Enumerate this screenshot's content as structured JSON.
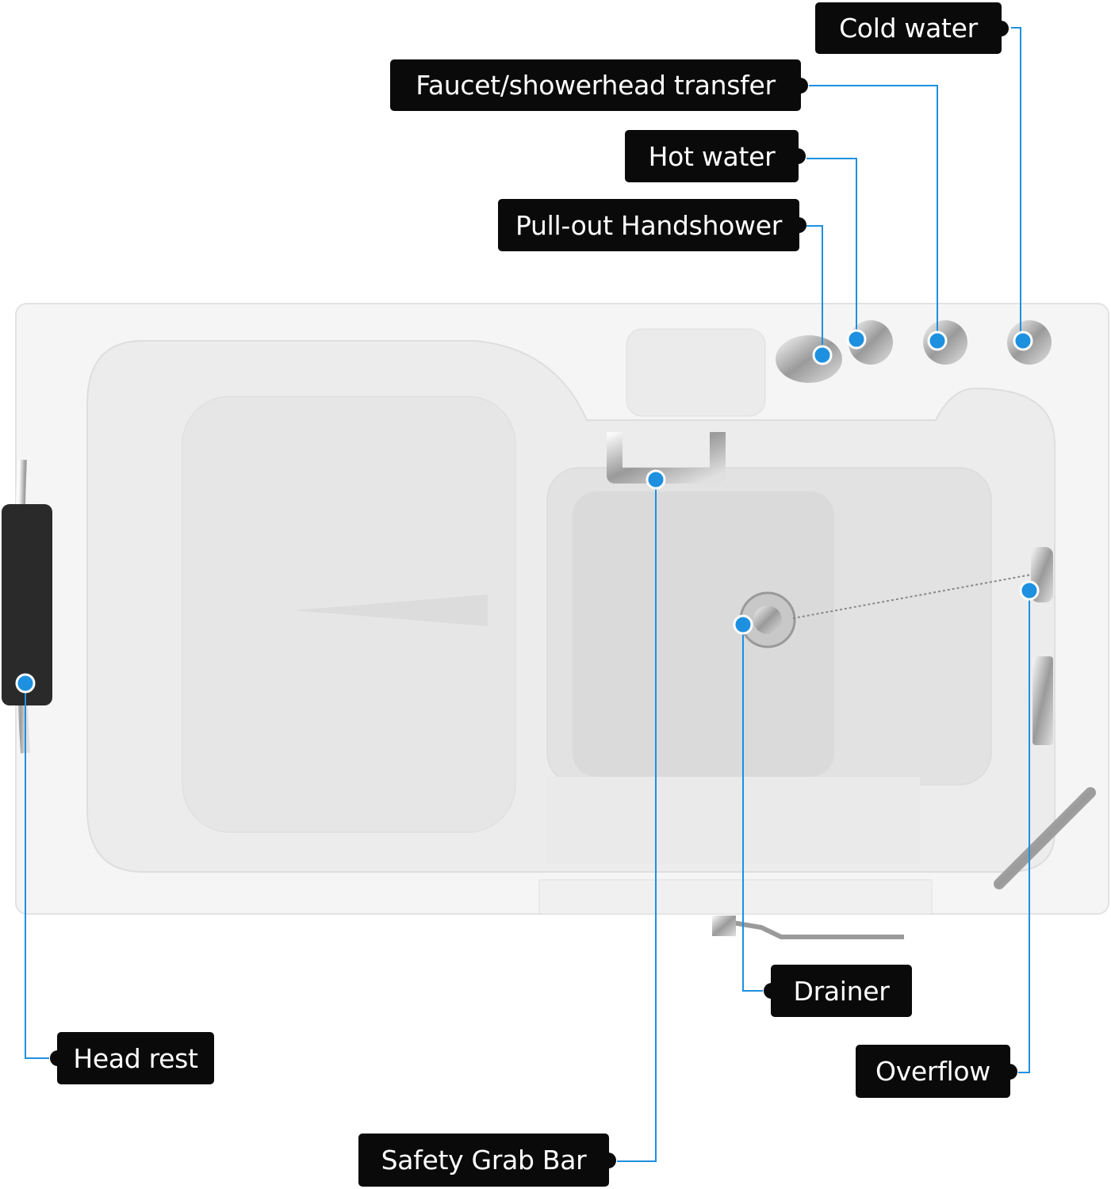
{
  "colors": {
    "leader": "#1e90e0",
    "label_bg": "#0a0a0a",
    "tub": "#f4f4f4"
  },
  "labels": {
    "cold_water": "Cold water",
    "faucet_transfer": "Faucet/showerhead transfer",
    "hot_water": "Hot water",
    "handshower": "Pull-out Handshower",
    "head_rest": "Head rest",
    "safety_grab_bar": "Safety Grab Bar",
    "drainer": "Drainer",
    "overflow": "Overflow"
  }
}
